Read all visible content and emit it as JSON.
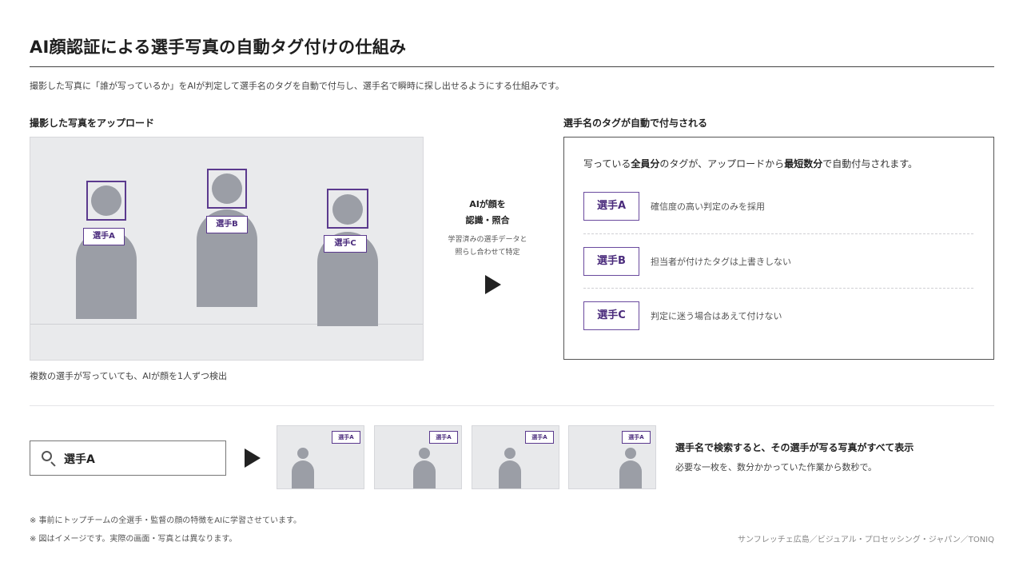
{
  "title": "AI顔認証による選手写真の自動タグ付けの仕組み",
  "subtitle": "撮影した写真に「誰が写っているか」をAIが判定して選手名のタグを自動で付与し、選手名で瞬時に探し出せるようにする仕組みです。",
  "upload": {
    "label": "撮影した写真をアップロード",
    "players": [
      "選手A",
      "選手B",
      "選手C"
    ],
    "caption": "複数の選手が写っていても、AIが顔を1人ずつ検出"
  },
  "process": {
    "line1": "AIが顔を",
    "line2": "認識・照合",
    "note1": "学習済みの選手データと",
    "note2": "照らし合わせて特定"
  },
  "result": {
    "label": "選手名のタグが自動で付与される",
    "lead_1": "写っている",
    "lead_bold1": "全員分",
    "lead_2": "のタグが、アップロードから",
    "lead_bold2": "最短数分",
    "lead_3": "で自動付与されます。",
    "tags": [
      {
        "name": "選手A",
        "note": "確信度の高い判定のみを採用"
      },
      {
        "name": "選手B",
        "note": "担当者が付けたタグは上書きしない"
      },
      {
        "name": "選手C",
        "note": "判定に迷う場合はあえて付けない"
      }
    ]
  },
  "search": {
    "query": "選手A",
    "thumb_tag": "選手A",
    "result_head": "選手名で検索すると、その選手が写る写真がすべて表示",
    "result_sub": "必要な一枚を、数分かかっていた作業から数秒で。"
  },
  "footnotes": [
    "※ 事前にトップチームの全選手・監督の顔の特徴をAIに学習させています。",
    "※ 図はイメージです。実際の画面・写真とは異なります。"
  ],
  "credit": "サンフレッチェ広島／ビジュアル・プロセッシング・ジャパン／TONIQ"
}
